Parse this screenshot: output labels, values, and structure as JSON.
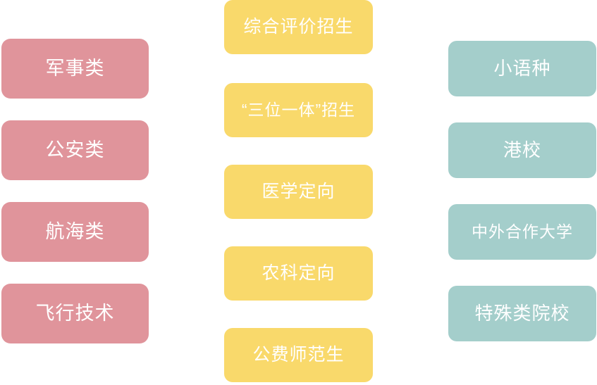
{
  "columns": {
    "left": {
      "name": "military-public-safety-category-column",
      "color": "#e0949b",
      "text_color": "#ffffff",
      "items": [
        {
          "label": "军事类"
        },
        {
          "label": "公安类"
        },
        {
          "label": "航海类"
        },
        {
          "label": "飞行技术"
        }
      ]
    },
    "middle": {
      "name": "special-admission-program-column",
      "color": "#f9d96b",
      "text_color": "#ffffff",
      "items": [
        {
          "label": "综合评价招生"
        },
        {
          "label": "“三位一体”招生"
        },
        {
          "label": "医学定向"
        },
        {
          "label": "农科定向"
        },
        {
          "label": "公费师范生"
        }
      ]
    },
    "right": {
      "name": "special-institution-type-column",
      "color": "#a4cecb",
      "text_color": "#ffffff",
      "items": [
        {
          "label": "小语种"
        },
        {
          "label": "港校"
        },
        {
          "label": "中外合作大学"
        },
        {
          "label": "特殊类院校"
        }
      ]
    }
  }
}
